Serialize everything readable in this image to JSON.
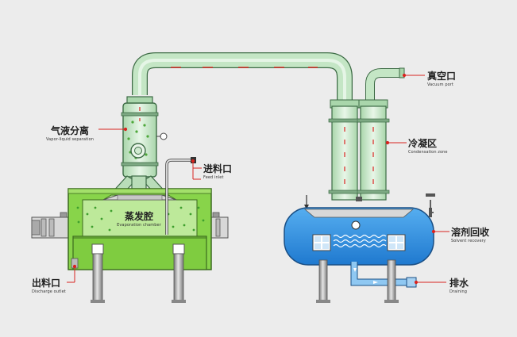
{
  "labels": {
    "vacuum_port": {
      "zh": "真空口",
      "en": "Vacuum port"
    },
    "condensation": {
      "zh": "冷凝区",
      "en": "Condensation zone"
    },
    "vapor_liquid": {
      "zh": "气液分离",
      "en": "Vapor-liquid separation"
    },
    "feed_inlet": {
      "zh": "进料口",
      "en": "Feed inlet"
    },
    "evaporation": {
      "zh": "蒸发腔",
      "en": "Evaporation chamber"
    },
    "solvent_recovery": {
      "zh": "溶剂回收",
      "en": "Solvent recovery"
    },
    "discharge": {
      "zh": "出料口",
      "en": "Discharge outlet"
    },
    "drain": {
      "zh": "排水",
      "en": "Draining"
    }
  },
  "colors": {
    "pipe": "#bfe2c0",
    "pipe_stroke": "#3d6b45",
    "evaporator_green": "#7fd13b",
    "tank_blue": "#2f8fe0",
    "accent_red": "#d9231f",
    "leg_gray": "#9a9a9a"
  }
}
